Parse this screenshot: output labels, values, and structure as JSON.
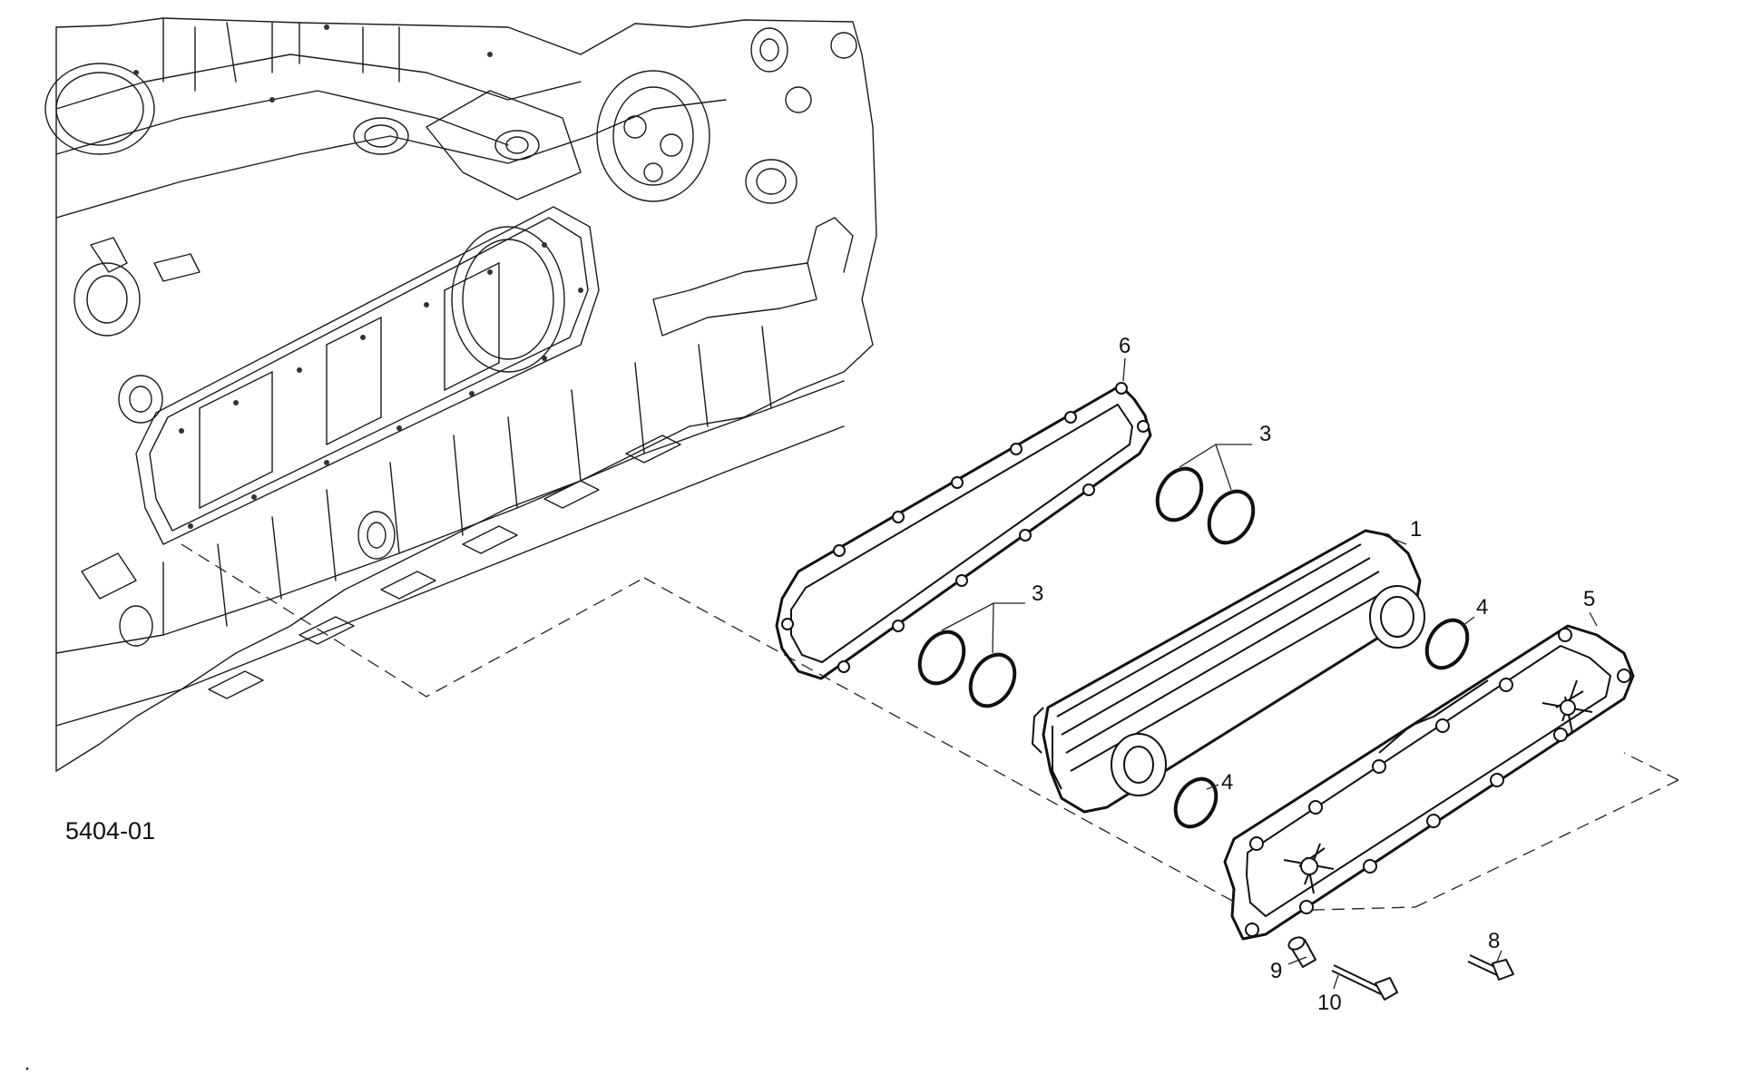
{
  "figure": {
    "code": "5404-01"
  },
  "callouts": [
    {
      "id": "c1",
      "label": "1"
    },
    {
      "id": "c3a",
      "label": "3"
    },
    {
      "id": "c3b",
      "label": "3"
    },
    {
      "id": "c4a",
      "label": "4"
    },
    {
      "id": "c4b",
      "label": "4"
    },
    {
      "id": "c5",
      "label": "5"
    },
    {
      "id": "c6",
      "label": "6"
    },
    {
      "id": "c8",
      "label": "8"
    },
    {
      "id": "c9",
      "label": "9"
    },
    {
      "id": "c10",
      "label": "10"
    }
  ],
  "corner_mark": "·",
  "colors": {
    "line": "#111111",
    "background": "#ffffff"
  }
}
